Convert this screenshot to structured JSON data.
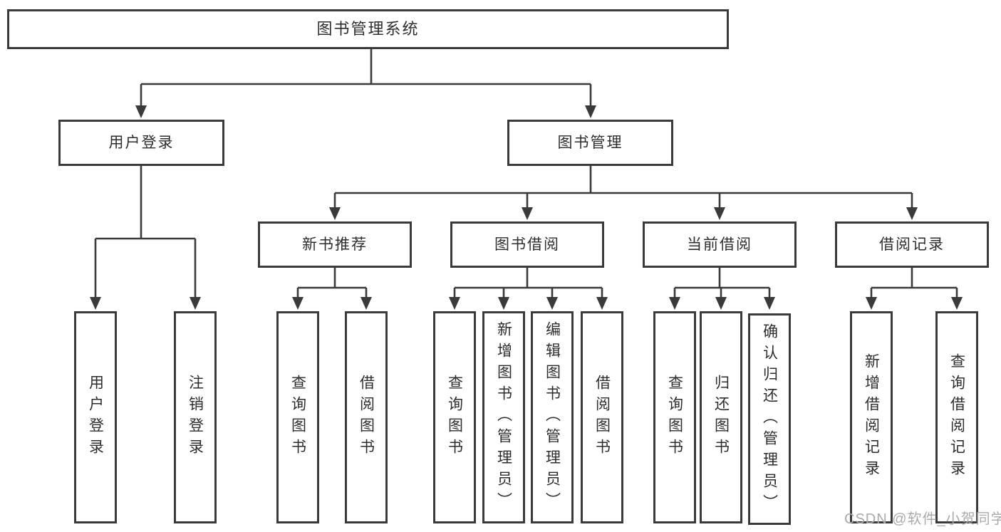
{
  "diagram": {
    "title": "图书管理系统",
    "colors": {
      "line": "#3a3a3a",
      "box_border": "#3a3a3a",
      "text": "#2d2d2d",
      "background": "#ffffff",
      "watermark": "#aaaaaa"
    },
    "nodes": {
      "root": {
        "label": "图书管理系统"
      },
      "user_login": {
        "label": "用户登录"
      },
      "book_mgmt": {
        "label": "图书管理"
      },
      "new_book_rec": {
        "label": "新书推荐"
      },
      "book_borrow": {
        "label": "图书借阅"
      },
      "current_borrow": {
        "label": "当前借阅"
      },
      "borrow_record": {
        "label": "借阅记录"
      },
      "leaf_login": {
        "label": "用户登录"
      },
      "leaf_logout": {
        "label": "注销登录"
      },
      "rec_query_books": {
        "label": "查询图书"
      },
      "rec_borrow_books": {
        "label": "借阅图书"
      },
      "bb_query_books": {
        "label": "查询图书"
      },
      "bb_add_books": {
        "label": "新增图书（管理员）"
      },
      "bb_edit_books": {
        "label": "编辑图书（管理员）"
      },
      "bb_borrow_books": {
        "label": "借阅图书"
      },
      "cb_query_books": {
        "label": "查询图书"
      },
      "cb_return_books": {
        "label": "归还图书"
      },
      "cb_confirm_return": {
        "label": "确认归还（管理员）"
      },
      "br_add_record": {
        "label": "新增借阅记录"
      },
      "br_query_record": {
        "label": "查询借阅记录"
      }
    },
    "hierarchy": {
      "图书管理系统": [
        "用户登录",
        "图书管理"
      ],
      "用户登录": [
        "用户登录",
        "注销登录"
      ],
      "图书管理": [
        "新书推荐",
        "图书借阅",
        "当前借阅",
        "借阅记录"
      ],
      "新书推荐": [
        "查询图书",
        "借阅图书"
      ],
      "图书借阅": [
        "查询图书",
        "新增图书（管理员）",
        "编辑图书（管理员）",
        "借阅图书"
      ],
      "当前借阅": [
        "查询图书",
        "归还图书",
        "确认归还（管理员）"
      ],
      "借阅记录": [
        "新增借阅记录",
        "查询借阅记录"
      ]
    }
  },
  "watermark": {
    "text": "CSDN @软件_小贺同学"
  }
}
